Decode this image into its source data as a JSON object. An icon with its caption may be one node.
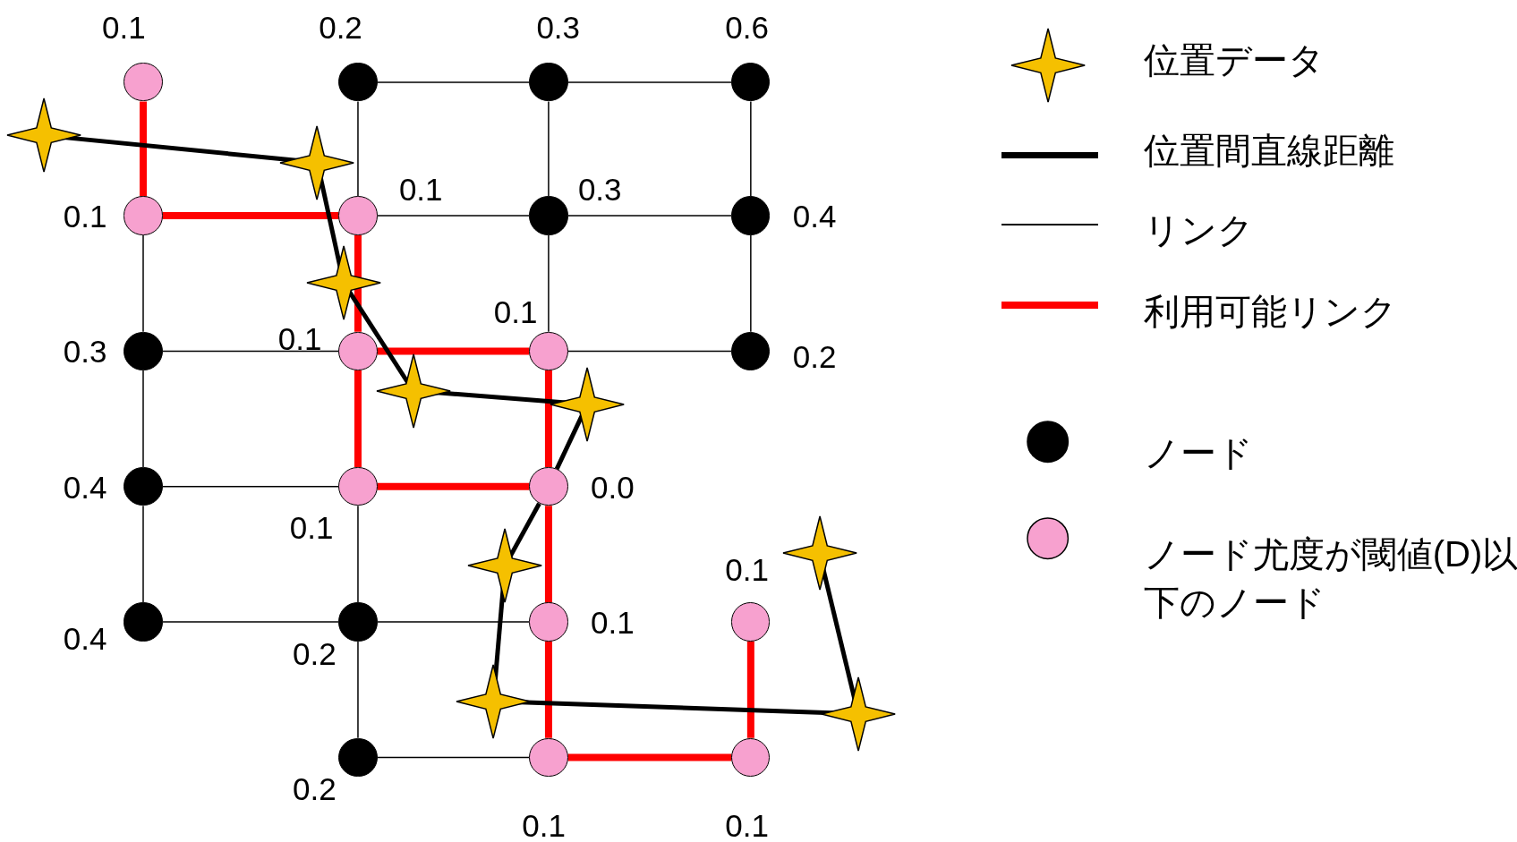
{
  "diagram": {
    "nodes": [
      {
        "text": [],
        "shape": "circle",
        "beside": [
          "0.1"
        ]
      },
      {
        "text": [],
        "shape": "circle",
        "beside": [
          "0.2"
        ]
      },
      {
        "text": [],
        "shape": "circle",
        "beside": [
          "0.3"
        ]
      },
      {
        "text": [],
        "shape": "circle",
        "beside": [
          "0.6"
        ]
      },
      {
        "text": [],
        "shape": "circle",
        "beside": [
          "0.1"
        ]
      },
      {
        "text": [],
        "shape": "circle",
        "beside": [
          "0.1"
        ]
      },
      {
        "text": [],
        "shape": "circle",
        "beside": [
          "0.3"
        ]
      },
      {
        "text": [],
        "shape": "circle",
        "beside": [
          "0.4"
        ]
      },
      {
        "text": [],
        "shape": "circle",
        "beside": [
          "0.3"
        ]
      },
      {
        "text": [],
        "shape": "circle",
        "beside": [
          "0.1"
        ]
      },
      {
        "text": [],
        "shape": "circle",
        "beside": [
          "0.1"
        ]
      },
      {
        "text": [],
        "shape": "circle",
        "beside": [
          "0.2"
        ]
      },
      {
        "text": [],
        "shape": "circle",
        "beside": [
          "0.4"
        ]
      },
      {
        "text": [],
        "shape": "circle",
        "beside": [
          "0.1"
        ]
      },
      {
        "text": [],
        "shape": "circle",
        "beside": [
          "0.0"
        ]
      },
      {
        "text": [],
        "shape": "circle",
        "beside": [
          "0.4"
        ]
      },
      {
        "text": [],
        "shape": "circle",
        "beside": [
          "0.2"
        ]
      },
      {
        "text": [],
        "shape": "circle",
        "beside": [
          "0.1"
        ]
      },
      {
        "text": [],
        "shape": "circle",
        "beside": [
          "0.1"
        ]
      },
      {
        "text": [],
        "shape": "circle",
        "beside": [
          "0.2"
        ]
      },
      {
        "text": [],
        "shape": "circle",
        "beside": [
          "0.1"
        ]
      },
      {
        "text": [],
        "shape": "circle",
        "beside": [
          "0.1"
        ]
      },
      {
        "text": [],
        "shape": "star"
      },
      {
        "text": [],
        "shape": "star"
      },
      {
        "text": [],
        "shape": "star"
      },
      {
        "text": [],
        "shape": "star"
      },
      {
        "text": [],
        "shape": "star"
      },
      {
        "text": [],
        "shape": "star"
      },
      {
        "text": [],
        "shape": "star"
      },
      {
        "text": [],
        "shape": "star"
      },
      {
        "text": [],
        "shape": "star"
      }
    ],
    "edges": [
      {
        "from": 1,
        "to": 2,
        "arrow": "none"
      },
      {
        "from": 2,
        "to": 3,
        "arrow": "none"
      },
      {
        "from": 4,
        "to": 5,
        "arrow": "none",
        "style": "thick",
        "color": "#ff0000"
      },
      {
        "from": 5,
        "to": 6,
        "arrow": "none"
      },
      {
        "from": 6,
        "to": 7,
        "arrow": "none"
      },
      {
        "from": 8,
        "to": 9,
        "arrow": "none"
      },
      {
        "from": 9,
        "to": 10,
        "arrow": "none",
        "style": "thick",
        "color": "#ff0000"
      },
      {
        "from": 10,
        "to": 11,
        "arrow": "none"
      },
      {
        "from": 12,
        "to": 13,
        "arrow": "none"
      },
      {
        "from": 13,
        "to": 14,
        "arrow": "none",
        "style": "thick",
        "color": "#ff0000"
      },
      {
        "from": 15,
        "to": 16,
        "arrow": "none"
      },
      {
        "from": 16,
        "to": 17,
        "arrow": "none"
      },
      {
        "from": 19,
        "to": 20,
        "arrow": "none"
      },
      {
        "from": 20,
        "to": 21,
        "arrow": "none",
        "style": "thick",
        "color": "#ff0000"
      },
      {
        "from": 0,
        "to": 4,
        "arrow": "none",
        "style": "thick",
        "color": "#ff0000"
      },
      {
        "from": 4,
        "to": 8,
        "arrow": "none"
      },
      {
        "from": 8,
        "to": 12,
        "arrow": "none"
      },
      {
        "from": 12,
        "to": 15,
        "arrow": "none"
      },
      {
        "from": 1,
        "to": 5,
        "arrow": "none"
      },
      {
        "from": 5,
        "to": 9,
        "arrow": "none",
        "style": "thick",
        "color": "#ff0000"
      },
      {
        "from": 9,
        "to": 13,
        "arrow": "none",
        "style": "thick",
        "color": "#ff0000"
      },
      {
        "from": 13,
        "to": 16,
        "arrow": "none"
      },
      {
        "from": 16,
        "to": 19,
        "arrow": "none"
      },
      {
        "from": 2,
        "to": 6,
        "arrow": "none"
      },
      {
        "from": 6,
        "to": 10,
        "arrow": "none"
      },
      {
        "from": 10,
        "to": 14,
        "arrow": "none",
        "style": "thick",
        "color": "#ff0000"
      },
      {
        "from": 14,
        "to": 17,
        "arrow": "none",
        "style": "thick",
        "color": "#ff0000"
      },
      {
        "from": 17,
        "to": 20,
        "arrow": "none",
        "style": "thick",
        "color": "#ff0000"
      },
      {
        "from": 3,
        "to": 7,
        "arrow": "none"
      },
      {
        "from": 7,
        "to": 11,
        "arrow": "none"
      },
      {
        "from": 18,
        "to": 21,
        "arrow": "none",
        "style": "thick",
        "color": "#ff0000"
      },
      {
        "from": 22,
        "to": 23,
        "arrow": "none",
        "style": "thick"
      },
      {
        "from": 23,
        "to": 24,
        "arrow": "none",
        "style": "thick"
      },
      {
        "from": 24,
        "to": 25,
        "arrow": "none",
        "style": "thick"
      },
      {
        "from": 25,
        "to": 26,
        "arrow": "none",
        "style": "thick"
      },
      {
        "from": 26,
        "to": 14,
        "arrow": "none",
        "style": "thick"
      },
      {
        "from": 14,
        "to": 27,
        "arrow": "none",
        "style": "thick"
      },
      {
        "from": 27,
        "to": 28,
        "arrow": "none",
        "style": "thick"
      },
      {
        "from": 28,
        "to": 29,
        "arrow": "none",
        "style": "thick"
      },
      {
        "from": 29,
        "to": 30,
        "arrow": "none",
        "style": "thick"
      }
    ],
    "legend": [
      {
        "text": "位置データ",
        "color": "#f5c000"
      },
      {
        "text": "位置間直線距離",
        "color": "#000000"
      },
      {
        "text": "リンク",
        "color": "#000000"
      },
      {
        "text": "利用可能リンク",
        "color": "#ff0000"
      },
      {
        "text": "ノード",
        "color": "#000000"
      },
      {
        "text": "ノード尤度が閾値(D)以下のノード",
        "color": "#f7a1cf"
      }
    ]
  }
}
